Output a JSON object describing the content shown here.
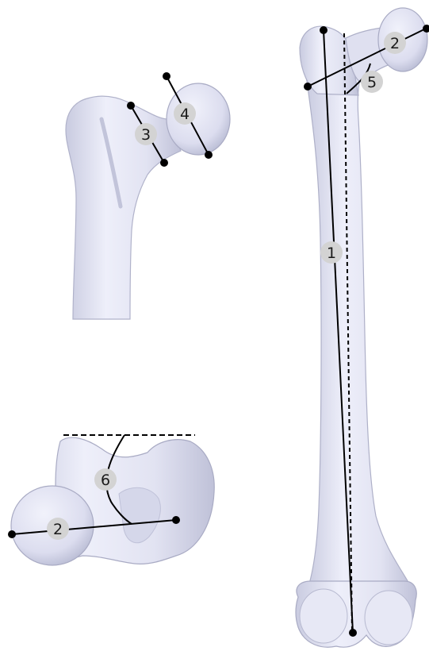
{
  "colors": {
    "bone_fill": "#e9eaf6",
    "bone_shade": "#c4c6dc",
    "bone_edge": "#a9abc4",
    "line": "#000000",
    "label_badge": "#d3d3d3"
  },
  "labels": {
    "full_femur_length": "1",
    "neck_axis_length_full": "2",
    "neck_width": "3",
    "head_diameter": "4",
    "neck_shaft_angle": "5",
    "anteversion_angle": "6",
    "neck_axis_length_axial": "2"
  }
}
